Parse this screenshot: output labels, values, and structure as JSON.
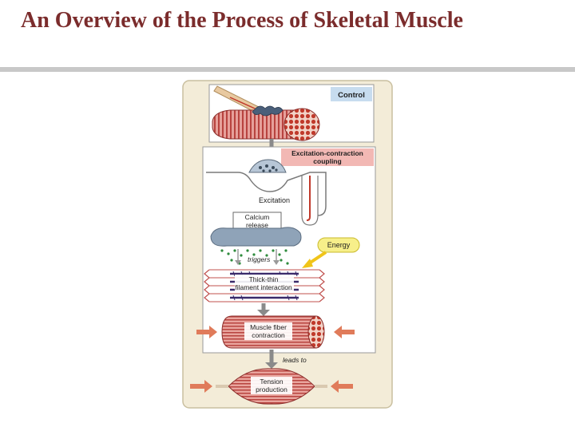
{
  "slide": {
    "title": "An Overview of the Process of Skeletal Muscle"
  },
  "diagram": {
    "control_label": "Control",
    "ec_coupling_line1": "Excitation-contraction",
    "ec_coupling_line2": "coupling",
    "excitation_label": "Excitation",
    "calcium_line1": "Calcium",
    "calcium_line2": "release",
    "energy_label": "Energy",
    "triggers_label": "triggers",
    "thick_thin_line1": "Thick-thin",
    "thick_thin_line2": "filament interaction",
    "fiber_line1": "Muscle fiber",
    "fiber_line2": "contraction",
    "leads_to_label": "leads to",
    "tension_line1": "Tension",
    "tension_line2": "production"
  },
  "colors": {
    "title": "#7b2c2c",
    "panel_bg": "#f3ecd8",
    "control_box": "#c7dcef",
    "ec_box": "#f2b8b4",
    "energy_box": "#f7ef8a",
    "energy_arrow": "#f0c419",
    "muscle_red": "#c0504d",
    "muscle_light": "#e6a09a",
    "sr_blue": "#8fa3b8",
    "calcium_green": "#2e8b3c",
    "myosin_purple": "#3a2a6a",
    "force_arrow": "#e07b5a"
  }
}
